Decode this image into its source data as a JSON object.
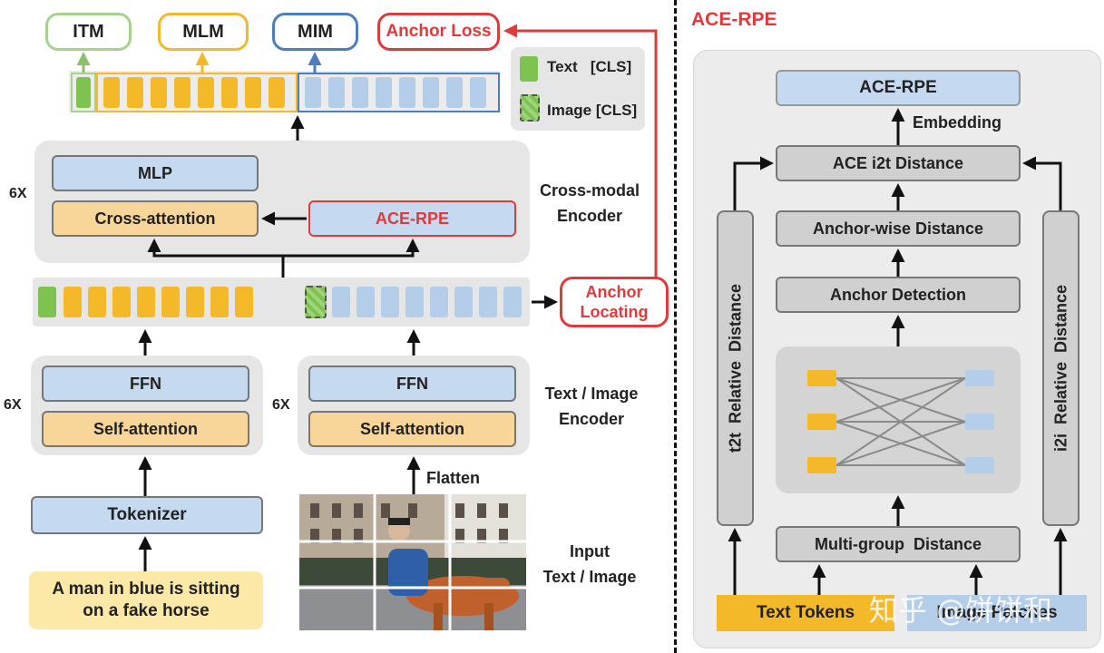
{
  "heads": {
    "itm": "ITM",
    "mlm": "MLM",
    "mim": "MIM",
    "anchor_loss": "Anchor Loss"
  },
  "legend": {
    "text_cls": "Text   [CLS]",
    "image_cls": "Image [CLS]"
  },
  "cross_modal": {
    "repeat": "6X",
    "mlp": "MLP",
    "cross_attention": "Cross-attention",
    "ace_rpe": "ACE-RPE",
    "label_line1": "Cross-modal",
    "label_line2": "Encoder"
  },
  "anchor_locating": {
    "line1": "Anchor",
    "line2": "Locating"
  },
  "text_encoder": {
    "repeat": "6X",
    "ffn": "FFN",
    "self_attention": "Self-attention"
  },
  "image_encoder": {
    "repeat": "6X",
    "ffn": "FFN",
    "self_attention": "Self-attention"
  },
  "encoder_label": {
    "line1": "Text / Image",
    "line2": "Encoder"
  },
  "tokenizer": "Tokenizer",
  "flatten": "Flatten",
  "caption": {
    "line1": "A man in blue is sitting",
    "line2": "on a fake horse"
  },
  "input_label": {
    "line1": "Input",
    "line2": "Text / Image"
  },
  "ace_panel": {
    "title": "ACE-RPE",
    "output": "ACE-RPE",
    "embedding": "Embedding",
    "i2t_distance": "ACE i2t Distance",
    "anchor_wise": "Anchor-wise Distance",
    "anchor_detection": "Anchor Detection",
    "multi_group": "Multi-group  Distance",
    "t2t": "t2t  Relative  Distance",
    "i2i": "i2i  Relative  Distance",
    "text_tokens": "Text Tokens",
    "image_patches": "Image Patches",
    "watermark": "知乎 @饼饼和"
  },
  "colors": {
    "orange": "#f4b928",
    "blue": "#b4cde9",
    "green": "#7ec250",
    "red": "#e03a3a",
    "gray": "#e6e6e6"
  }
}
